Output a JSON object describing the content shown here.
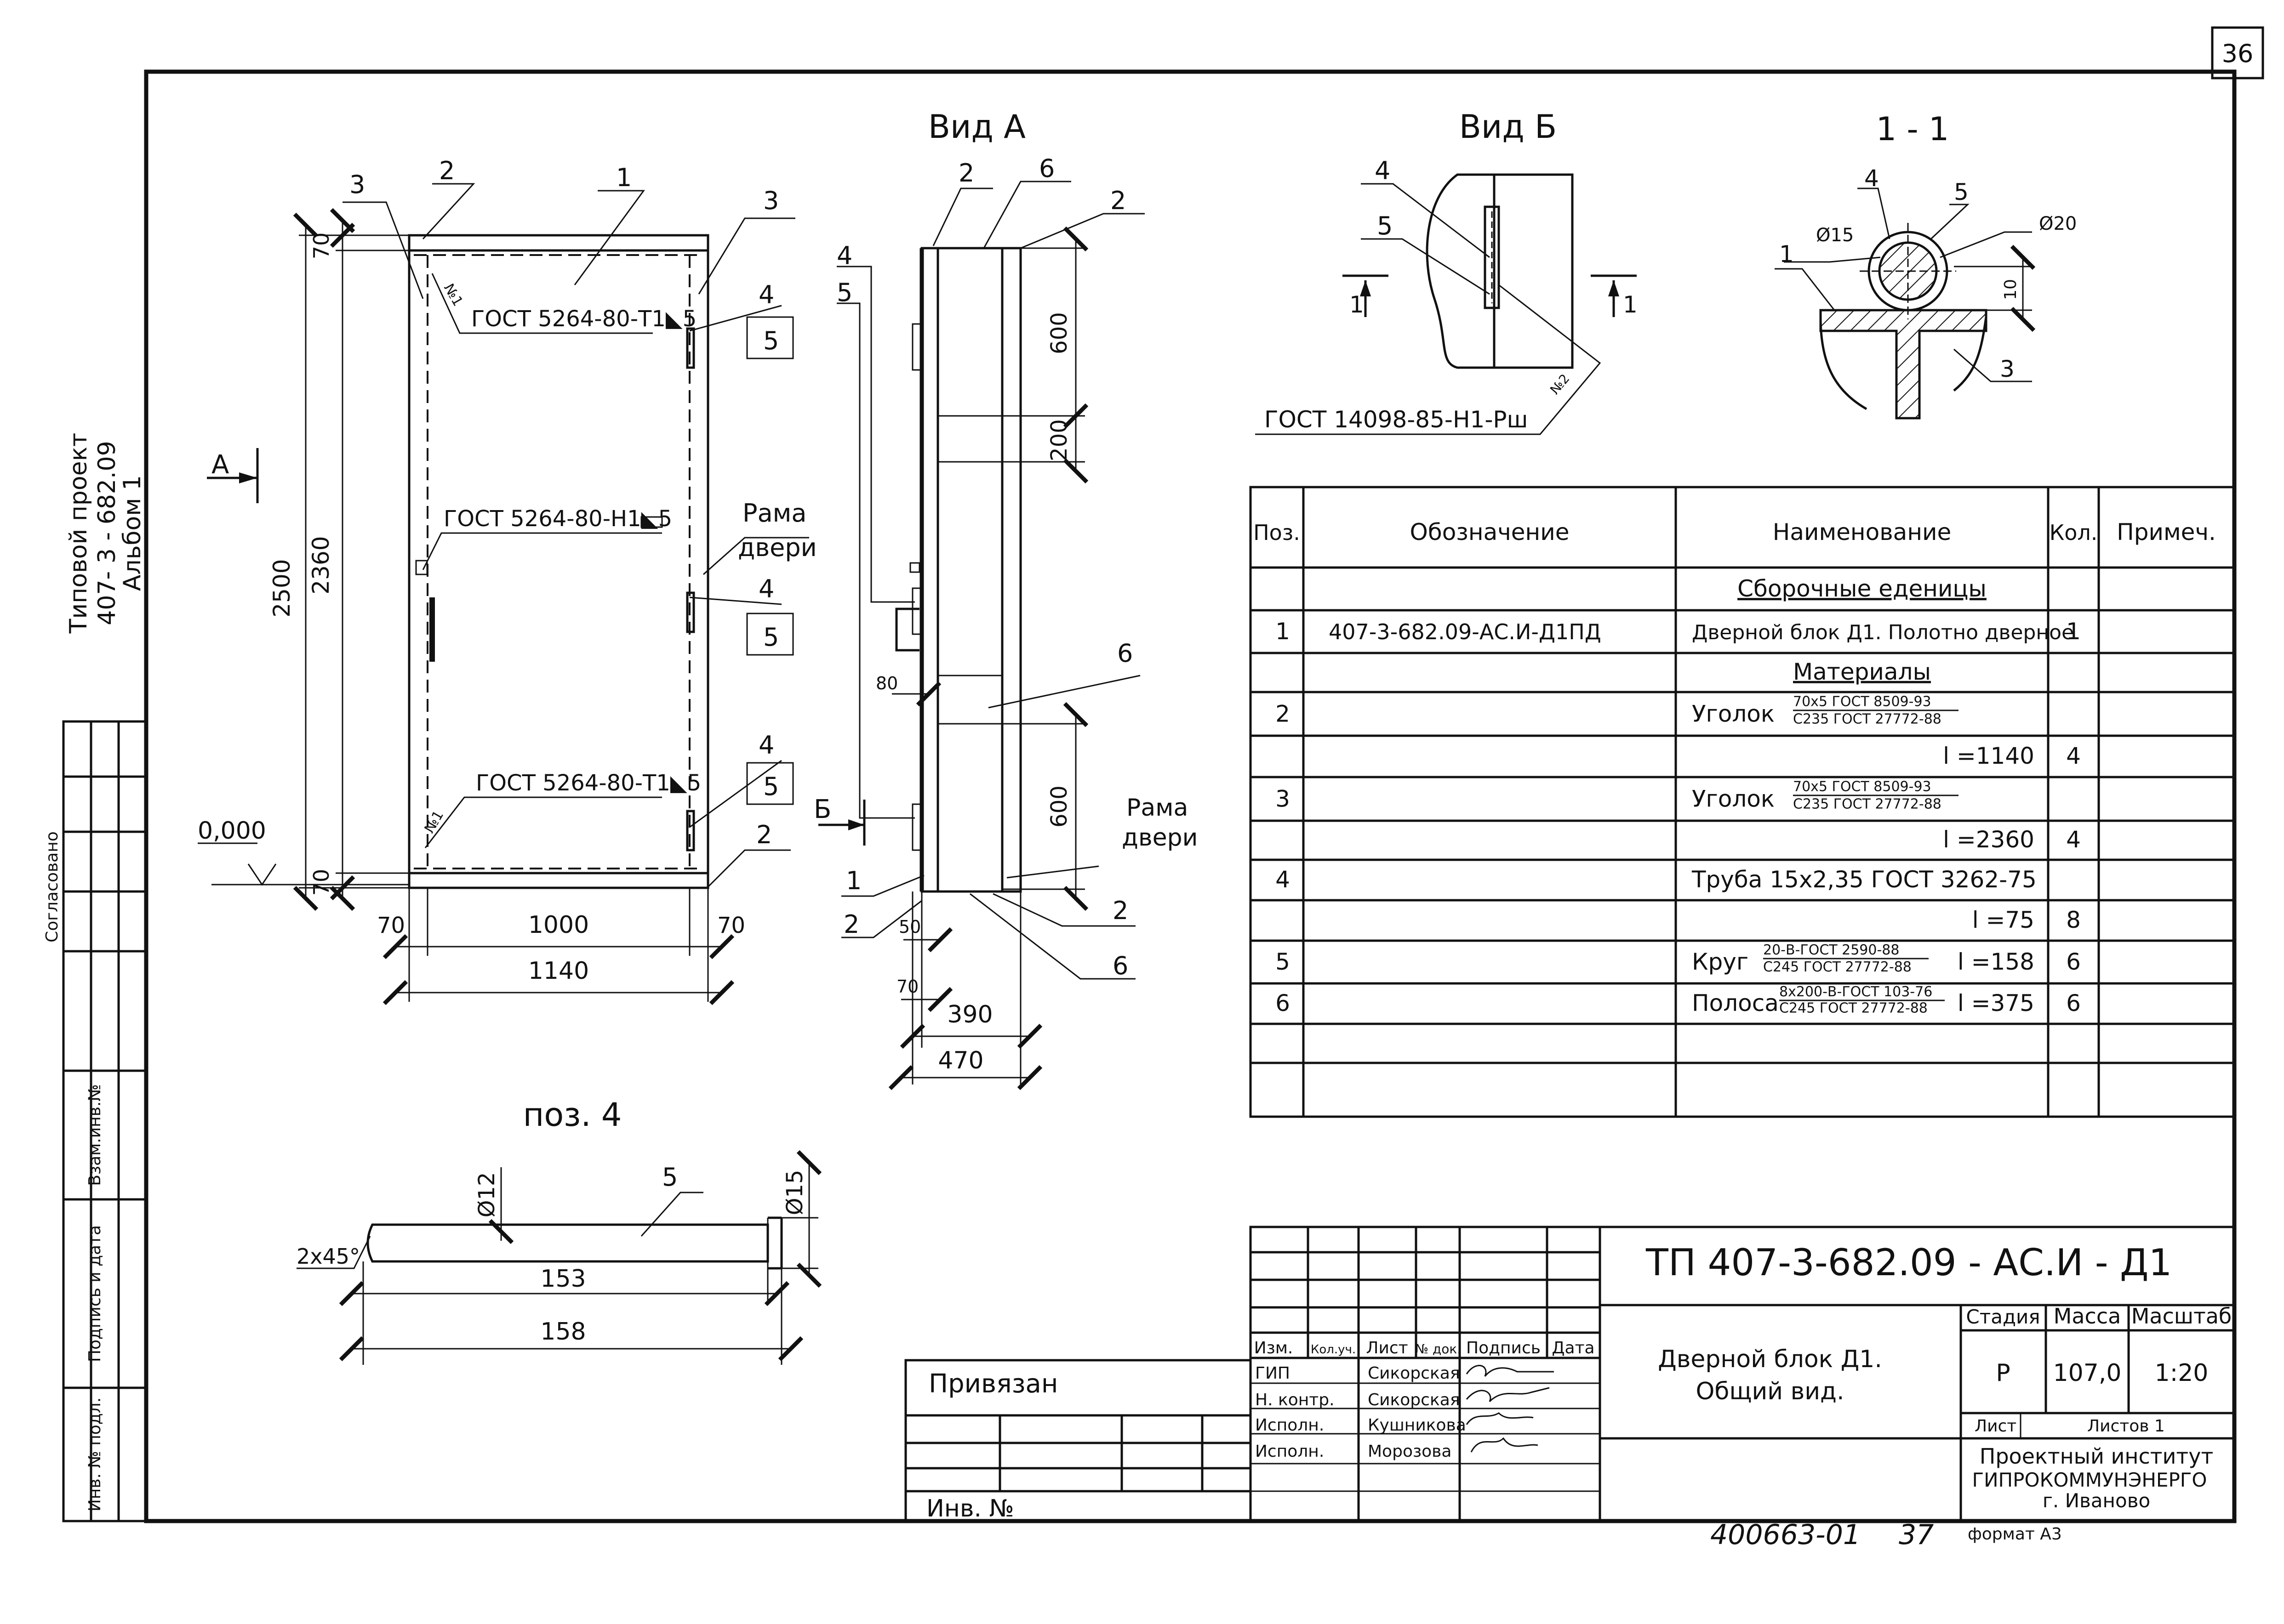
{
  "sheet": {
    "number": "36",
    "format_label": "формат А3",
    "handwritten_id": "400663-01",
    "handwritten_page": "37"
  },
  "side_stamp": {
    "project_line1": "Типовой проект",
    "project_line2": "407- 3 - 682.09",
    "album": "Альбом 1",
    "agreed": "Согласовано",
    "replacement_inv": "Взам.инв.№",
    "sign_date": "Подпись и дата",
    "inv_no_original": "Инв. №  подл."
  },
  "views": {
    "main": {
      "dims": {
        "height_total": "2500",
        "height_frame": "2360",
        "top_offset": "70",
        "bottom_offset": "70",
        "left_offset": "70",
        "width_inner": "1000",
        "right_offset": "70",
        "width_total": "1140"
      },
      "labels": {
        "pos3_left": "3",
        "pos2_top": "2",
        "pos1": "1",
        "pos3_right": "3",
        "pos4_a": "4",
        "pos5_a": "5",
        "pos4_b": "4",
        "pos5_b": "5",
        "pos4_c": "4",
        "pos5_c": "5",
        "pos2_bottom": "2",
        "frame_l1": "Рама",
        "frame_l2": "двери",
        "weld_top": "ГОСТ 5264-80-Т1◣5",
        "weld_mid": "ГОСТ 5264-80-Н1◣5",
        "weld_bottom": "ГОСТ 5264-80-Т1◣5",
        "weld_n1_top": "№1",
        "weld_n1_bottom": "№1",
        "level": "0,000",
        "view_a_arrow": "А"
      }
    },
    "view_a": {
      "title": "Вид А",
      "labels": {
        "p2_left": "2",
        "p6_top": "6",
        "p2_right": "2",
        "p4": "4",
        "p5": "5",
        "p6_mid": "6",
        "p1": "1",
        "p2_b1": "2",
        "p2_b2": "2",
        "p6_bottom": "6",
        "frame_l1": "Рама",
        "frame_l2": "двери",
        "view_b_arrow": "Б"
      },
      "dims": {
        "d600_top": "600",
        "d200": "200",
        "d600_bottom": "600",
        "d80": "80",
        "d50": "50",
        "d70": "70",
        "d390": "390",
        "d470": "470"
      }
    },
    "view_b": {
      "title": "Вид Б",
      "p4": "4",
      "p5": "5",
      "section_left": "1",
      "section_right": "1",
      "weld": "ГОСТ 14098-85-Н1-Рш",
      "weld_n2": "№2"
    },
    "section_1_1": {
      "title": "1 - 1",
      "p4": "4",
      "p5": "5",
      "p1": "1",
      "p3": "3",
      "d15": "Ø15",
      "d20": "Ø20",
      "d10": "10"
    },
    "pos4": {
      "title": "поз. 4",
      "p5": "5",
      "d12": "Ø12",
      "d15": "Ø15",
      "chamfer": "2x45°",
      "d153": "153",
      "d158": "158"
    }
  },
  "spec_table": {
    "headers": [
      "Поз.",
      "Обозначение",
      "Наименование",
      "Кол.",
      "Примеч."
    ],
    "rows": [
      {
        "pos": "",
        "code": "",
        "name": "Сборочные еденицы",
        "qty": ""
      },
      {
        "pos": "1",
        "code": "407-3-682.09-АС.И-Д1ПД",
        "name": "Дверной  блок Д1. Полотно дверное",
        "qty": "1"
      },
      {
        "pos": "",
        "code": "",
        "name": "Материалы",
        "qty": ""
      },
      {
        "pos": "2",
        "code": "",
        "name": "Уголок",
        "frac_top": "70х5 ГОСТ 8509-93",
        "frac_bot": "С235 ГОСТ 27772-88",
        "qty": ""
      },
      {
        "pos": "",
        "code": "",
        "name": "l =1140",
        "qty": "4"
      },
      {
        "pos": "3",
        "code": "",
        "name": "Уголок",
        "frac_top": "70х5 ГОСТ 8509-93",
        "frac_bot": "С235 ГОСТ 27772-88",
        "qty": ""
      },
      {
        "pos": "",
        "code": "",
        "name": "l =2360",
        "qty": "4"
      },
      {
        "pos": "4",
        "code": "",
        "name": "Труба 15х2,35 ГОСТ 3262-75",
        "qty": ""
      },
      {
        "pos": "",
        "code": "",
        "name": "l =75",
        "qty": "8"
      },
      {
        "pos": "5",
        "code": "",
        "name": "Круг",
        "frac_top": "20-В-ГОСТ 2590-88",
        "frac_bot": "С245 ГОСТ 27772-88",
        "suffix": "l =158",
        "qty": "6"
      },
      {
        "pos": "6",
        "code": "",
        "name": "Полоса",
        "frac_top": "8х200-В-ГОСТ 103-76",
        "frac_bot": "С245 ГОСТ 27772-88",
        "suffix": "l =375",
        "qty": "6"
      },
      {
        "pos": "",
        "code": "",
        "name": "",
        "qty": ""
      },
      {
        "pos": "",
        "code": "",
        "name": "",
        "qty": ""
      }
    ]
  },
  "title_block": {
    "doc_code": "ТП   407-3-682.09 - АС.И - Д1",
    "title_l1": "Дверной блок Д1.",
    "title_l2": "Общий вид.",
    "stage_label": "Стадия",
    "mass_label": "Масса",
    "scale_label": "Масштаб",
    "stage": "Р",
    "mass": "107,0",
    "scale": "1:20",
    "sheet_label": "Лист",
    "sheets_label": "Листов  1",
    "org_l1": "Проектный институт",
    "org_l2": "ГИПРОКОММУНЭНЕРГО",
    "org_l3": "г. Иваново",
    "col_headers": [
      "Изм.",
      "Кол.уч.",
      "Лист",
      "№ док.",
      "Подпись",
      "Дата"
    ],
    "roles": [
      {
        "role": "ГИП",
        "name": "Сикорская"
      },
      {
        "role": "Н. контр.",
        "name": "Сикорская"
      },
      {
        "role": "Исполн.",
        "name": "Кушникова"
      },
      {
        "role": "Исполн.",
        "name": "Морозова"
      }
    ],
    "bound_label": "Привязан",
    "inv_label": "Инв. №"
  }
}
